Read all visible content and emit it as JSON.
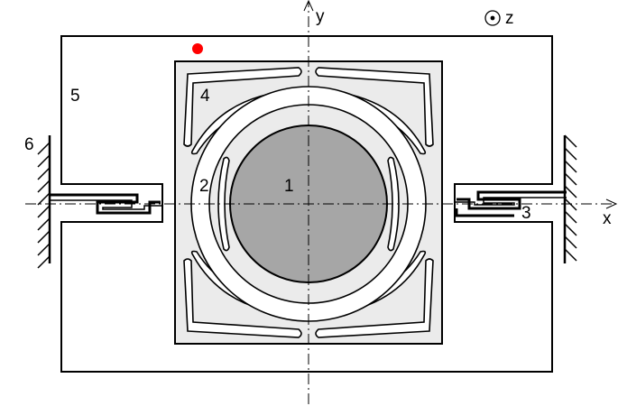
{
  "diagram": {
    "axes": {
      "x_label": "x",
      "y_label": "y",
      "z_label": "z"
    },
    "part_labels": [
      "1",
      "2",
      "3",
      "4",
      "5",
      "6"
    ],
    "colors": {
      "outline": "#000000",
      "inner_plate": "#ebebeb",
      "proof_mass": "#a6a6a6",
      "marker_dot": "#ff0000"
    }
  }
}
